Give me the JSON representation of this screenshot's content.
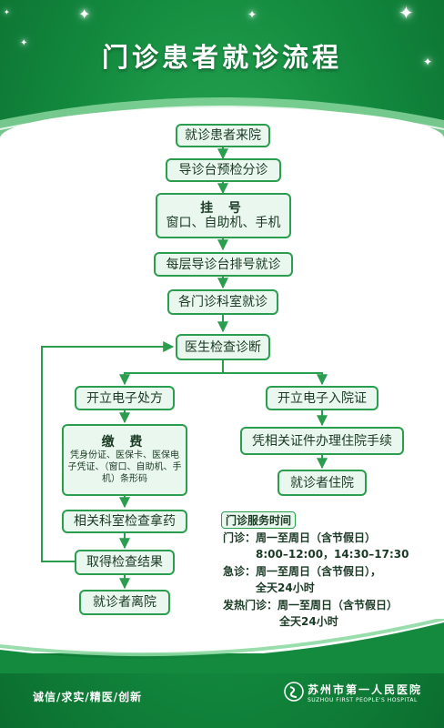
{
  "title": "门诊患者就诊流程",
  "steps": {
    "arrive": "就诊患者来院",
    "triage": "导诊台预检分诊",
    "register_title": "挂 号",
    "register_sub": "窗口、自助机、手机",
    "floor_queue": "每层导诊台排号就诊",
    "department": "各门诊科室就诊",
    "doctor": "医生检查诊断",
    "prescription": "开立电子处方",
    "pay_title": "缴 费",
    "pay_detail": "凭身份证、医保卡、医保电子凭证、（窗口、自助机、手机）条形码",
    "exam_medicine": "相关科室检查拿药",
    "get_results": "取得检查结果",
    "leave": "就诊者离院",
    "admission_cert": "开立电子入院证",
    "admission_proc": "凭相关证件办理住院手续",
    "hospitalized": "就诊者住院"
  },
  "hours": {
    "title": "门诊服务时间",
    "rows": [
      "门诊：周一至周日（含节假日）",
      "8:00–12:00，14:30–17:30",
      "急诊：周一至周日（含节假日），",
      "全天24小时",
      "发热门诊：周一至周日（含节假日）",
      "全天24小时"
    ]
  },
  "footer": {
    "slogan": "诚信/求实/精医/创新",
    "hospital_cn": "苏州市第一人民医院",
    "hospital_en": "SUZHOU FIRST PEOPLE'S HOSPITAL"
  },
  "colors": {
    "bg_green": "#138a3e",
    "box_border": "#2a9d4f",
    "box_fill": "#eaf7ee",
    "text_dark": "#1a3a24"
  }
}
